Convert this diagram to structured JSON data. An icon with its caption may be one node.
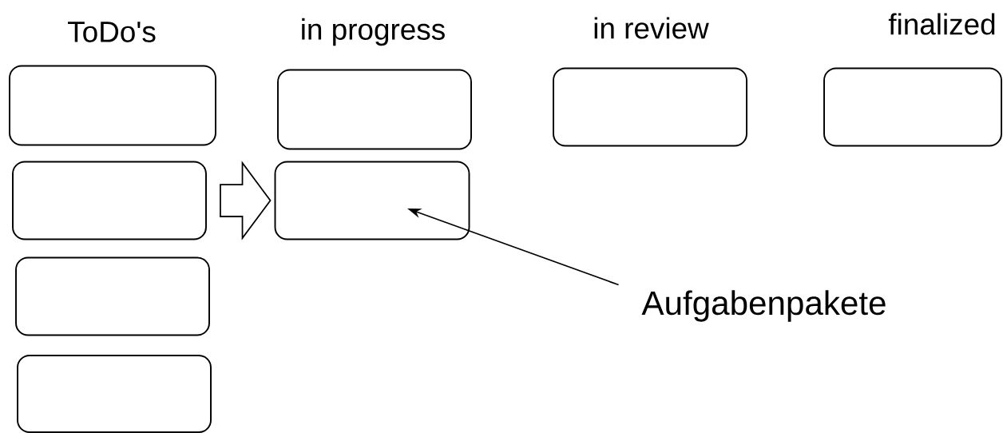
{
  "diagram": {
    "nodes": [
      {
        "text": [],
        "shape": "box"
      },
      {
        "text": [],
        "shape": "box"
      },
      {
        "text": [],
        "shape": "box"
      },
      {
        "text": [],
        "shape": "box"
      },
      {
        "text": [],
        "shape": "box"
      },
      {
        "text": [],
        "shape": "box"
      },
      {
        "text": [],
        "shape": "box"
      },
      {
        "text": [],
        "shape": "box"
      },
      {
        "text": [
          "Aufgabenpakete"
        ]
      }
    ],
    "edges": [
      {
        "from": 1,
        "to": 5,
        "arrow": "to"
      },
      {
        "from": 8,
        "to": 5,
        "arrow": "to"
      }
    ],
    "labels": [
      "ToDo's",
      "in progress",
      "in review",
      "finalized"
    ]
  }
}
